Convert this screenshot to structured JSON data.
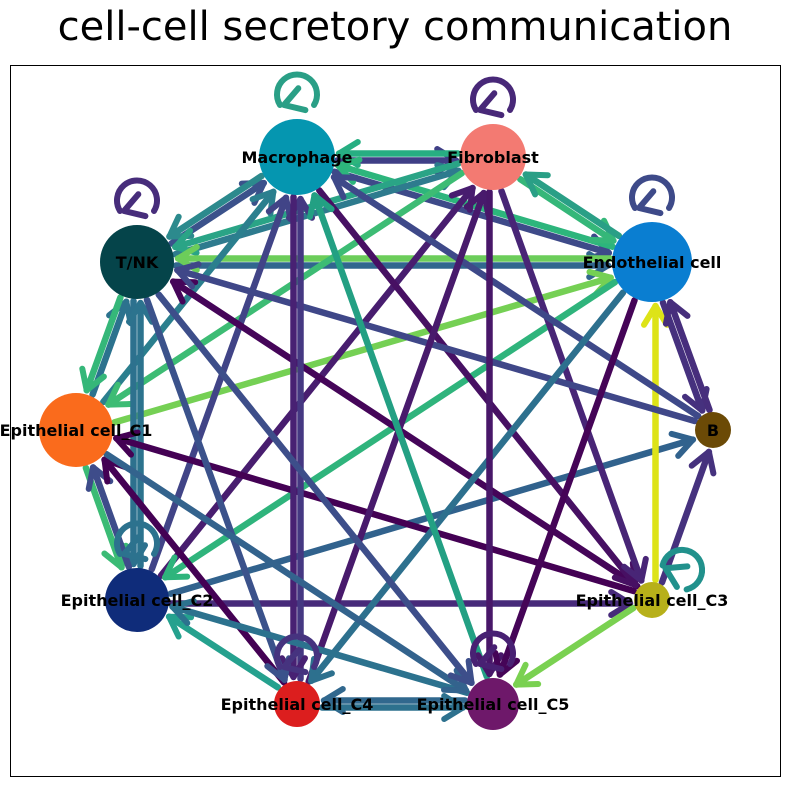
{
  "title": "cell-cell secretory communication",
  "nodes": [
    {
      "id": "macrophage",
      "label": "Macrophage",
      "color": "#0596b0"
    },
    {
      "id": "fibroblast",
      "label": "Fibroblast",
      "color": "#f37a72"
    },
    {
      "id": "endothelial",
      "label": "Endothelial cell",
      "color": "#0a7ed1"
    },
    {
      "id": "b",
      "label": "B",
      "color": "#6b4a06"
    },
    {
      "id": "epi_c3",
      "label": "Epithelial cell_C3",
      "color": "#b7b01a"
    },
    {
      "id": "epi_c5",
      "label": "Epithelial cell_C5",
      "color": "#6e186a"
    },
    {
      "id": "epi_c4",
      "label": "Epithelial cell_C4",
      "color": "#dc1e1e"
    },
    {
      "id": "epi_c2",
      "label": "Epithelial cell_C2",
      "color": "#0f2c7a"
    },
    {
      "id": "epi_c1",
      "label": "Epithelial cell_C1",
      "color": "#fa6b1c"
    },
    {
      "id": "tnk",
      "label": "T/NK",
      "color": "#05444a"
    }
  ],
  "edges": [
    {
      "from": "macrophage",
      "to": "fibroblast",
      "color": "#3f3f86"
    },
    {
      "from": "fibroblast",
      "to": "macrophage",
      "color": "#27ae82"
    },
    {
      "from": "macrophage",
      "to": "endothelial",
      "color": "#3e4a89"
    },
    {
      "from": "endothelial",
      "to": "macrophage",
      "color": "#2db57c"
    },
    {
      "from": "fibroblast",
      "to": "endothelial",
      "color": "#35b779"
    },
    {
      "from": "endothelial",
      "to": "fibroblast",
      "color": "#2a9f86"
    },
    {
      "from": "tnk",
      "to": "macrophage",
      "color": "#3b528b"
    },
    {
      "from": "macrophage",
      "to": "tnk",
      "color": "#2c8a8d"
    },
    {
      "from": "tnk",
      "to": "fibroblast",
      "color": "#2e7b8e"
    },
    {
      "from": "fibroblast",
      "to": "tnk",
      "color": "#2aa486"
    },
    {
      "from": "tnk",
      "to": "endothelial",
      "color": "#31668e"
    },
    {
      "from": "endothelial",
      "to": "tnk",
      "color": "#6ccd5a"
    },
    {
      "from": "epi_c1",
      "to": "endothelial",
      "color": "#75d054"
    },
    {
      "from": "epi_c1",
      "to": "tnk",
      "color": "#2c728e"
    },
    {
      "from": "tnk",
      "to": "epi_c1",
      "color": "#35b779"
    },
    {
      "from": "epi_c1",
      "to": "macrophage",
      "color": "#2b7f8e"
    },
    {
      "from": "fibroblast",
      "to": "epi_c1",
      "color": "#3dbc74"
    },
    {
      "from": "tnk",
      "to": "epi_c2",
      "color": "#2d718e"
    },
    {
      "from": "epi_c2",
      "to": "tnk",
      "color": "#2c738e"
    },
    {
      "from": "epi_c2",
      "to": "macrophage",
      "color": "#414487"
    },
    {
      "from": "epi_c2",
      "to": "fibroblast",
      "color": "#481d6f"
    },
    {
      "from": "endothelial",
      "to": "epi_c2",
      "color": "#2fb47c"
    },
    {
      "from": "epi_c2",
      "to": "b",
      "color": "#31628d"
    },
    {
      "from": "epi_c2",
      "to": "epi_c3",
      "color": "#472a7a"
    },
    {
      "from": "epi_c1",
      "to": "epi_c2",
      "color": "#3bbb75"
    },
    {
      "from": "epi_c2",
      "to": "epi_c1",
      "color": "#3e4c8a"
    },
    {
      "from": "epi_c3",
      "to": "epi_c1",
      "color": "#440154"
    },
    {
      "from": "epi_c3",
      "to": "tnk",
      "color": "#450559"
    },
    {
      "from": "macrophage",
      "to": "epi_c3",
      "color": "#471063"
    },
    {
      "from": "fibroblast",
      "to": "epi_c3",
      "color": "#482576"
    },
    {
      "from": "epi_c3",
      "to": "epi_c5",
      "color": "#7ad151"
    },
    {
      "from": "epi_c3",
      "to": "endothelial",
      "color": "#dde318"
    },
    {
      "from": "b",
      "to": "tnk",
      "color": "#3f4788"
    },
    {
      "from": "b",
      "to": "macrophage",
      "color": "#3e4989"
    },
    {
      "from": "endothelial",
      "to": "b",
      "color": "#46317e"
    },
    {
      "from": "b",
      "to": "endothelial",
      "color": "#472e7c"
    },
    {
      "from": "epi_c4",
      "to": "macrophage",
      "color": "#453882"
    },
    {
      "from": "macrophage",
      "to": "epi_c4",
      "color": "#482173"
    },
    {
      "from": "epi_c4",
      "to": "fibroblast",
      "color": "#481a6c"
    },
    {
      "from": "endothelial",
      "to": "epi_c4",
      "color": "#2d708e"
    },
    {
      "from": "epi_c4",
      "to": "epi_c1",
      "color": "#440154"
    },
    {
      "from": "tnk",
      "to": "epi_c4",
      "color": "#3b528b"
    },
    {
      "from": "epi_c4",
      "to": "epi_c2",
      "color": "#25a18e"
    },
    {
      "from": "epi_c5",
      "to": "epi_c4",
      "color": "#31688e"
    },
    {
      "from": "epi_c4",
      "to": "epi_c5",
      "color": "#2d718e"
    },
    {
      "from": "epi_c5",
      "to": "macrophage",
      "color": "#23a083"
    },
    {
      "from": "fibroblast",
      "to": "epi_c5",
      "color": "#481769"
    },
    {
      "from": "endothelial",
      "to": "epi_c5",
      "color": "#450457"
    },
    {
      "from": "epi_c5",
      "to": "epi_c2",
      "color": "#2c728e"
    },
    {
      "from": "epi_c1",
      "to": "epi_c5",
      "color": "#33638d"
    },
    {
      "from": "tnk",
      "to": "epi_c5",
      "color": "#3d4e8a"
    },
    {
      "from": "epi_c3",
      "to": "b",
      "color": "#46327e"
    }
  ],
  "self_loops": [
    {
      "node": "macrophage",
      "color": "#2a9f86"
    },
    {
      "node": "fibroblast",
      "color": "#482878"
    },
    {
      "node": "endothelial",
      "color": "#3e4a89"
    },
    {
      "node": "tnk",
      "color": "#472d7b"
    },
    {
      "node": "epi_c3",
      "color": "#21918c"
    },
    {
      "node": "epi_c5",
      "color": "#482173"
    },
    {
      "node": "epi_c4",
      "color": "#46337f"
    },
    {
      "node": "epi_c2",
      "color": "#2c728e"
    }
  ]
}
